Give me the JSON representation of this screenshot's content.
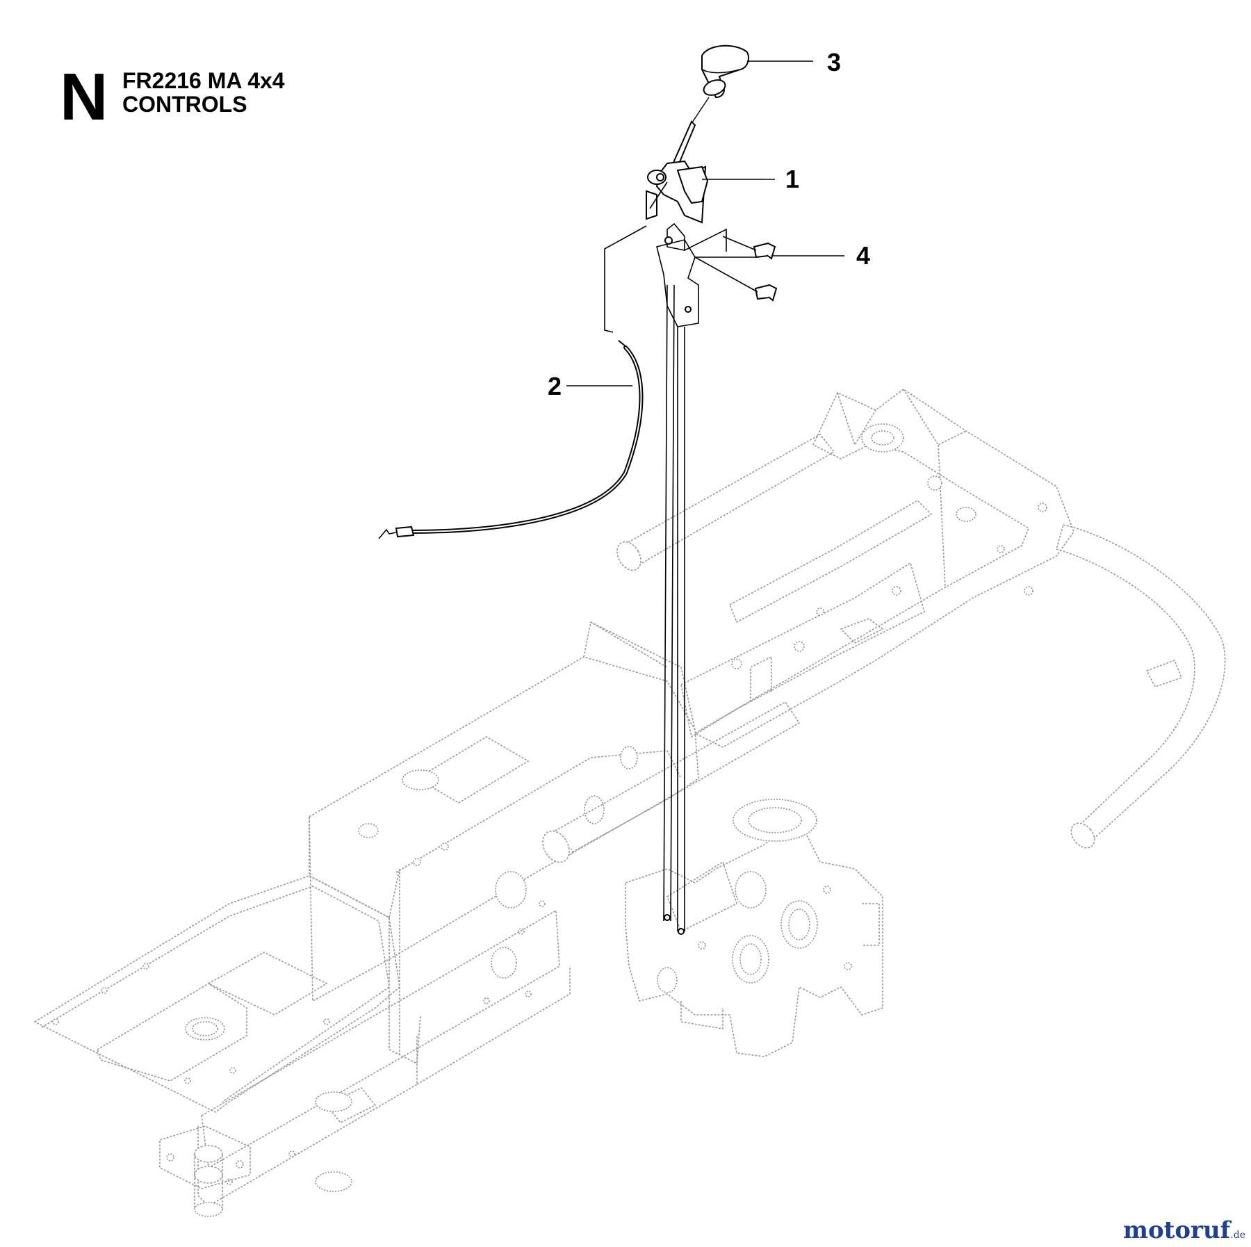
{
  "header": {
    "section_letter": "N",
    "model": "FR2216 MA 4x4",
    "section_name": "CONTROLS"
  },
  "callouts": [
    {
      "id": "callout-1",
      "label": "1"
    },
    {
      "id": "callout-2",
      "label": "2"
    },
    {
      "id": "callout-3",
      "label": "3"
    },
    {
      "id": "callout-4",
      "label": "4"
    }
  ],
  "watermark": {
    "brand": "motoruf",
    "tld": ".de"
  },
  "colors": {
    "watermark": "#1f3f8f",
    "linework": "#000000",
    "frame": "#9a9a9a"
  }
}
